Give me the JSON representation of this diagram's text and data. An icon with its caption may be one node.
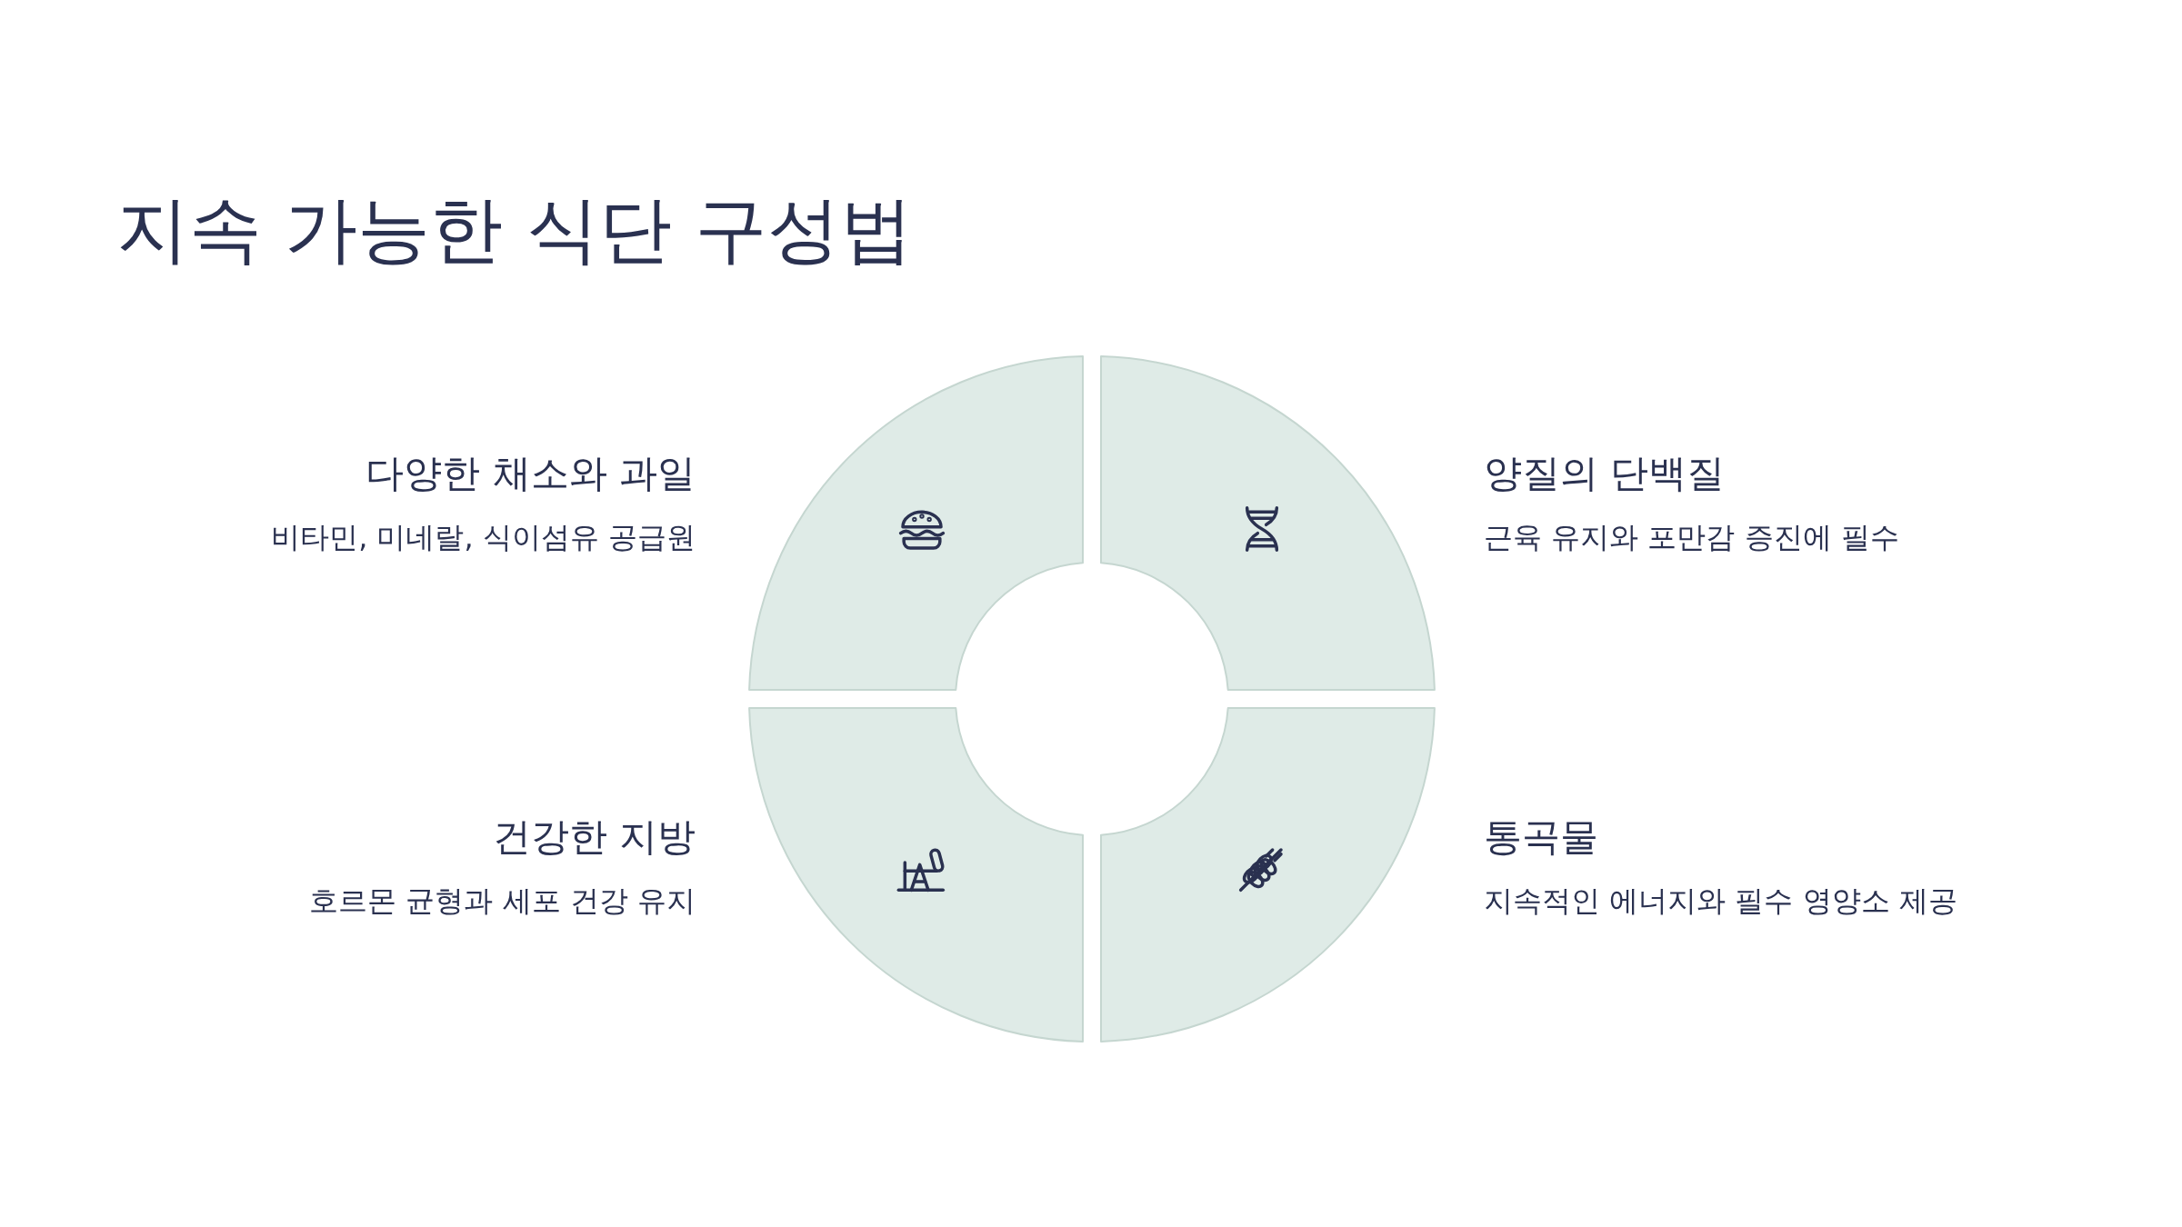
{
  "diagram": {
    "title": "지속 가능한 식단 구성법",
    "nodes": [
      {
        "text": [
          "다양한 채소와 과일",
          "비타민, 미네랄, 식이섬유 공급원"
        ]
      },
      {
        "text": [
          "양질의 단백질",
          "근육 유지와 포만감 증진에 필수"
        ]
      },
      {
        "text": [
          "건강한 지방",
          "호르몬 균형과 세포 건강 유지"
        ]
      },
      {
        "text": [
          "통곡물",
          "지속적인 에너지와 필수 영양소 제공"
        ]
      }
    ],
    "edges": []
  }
}
